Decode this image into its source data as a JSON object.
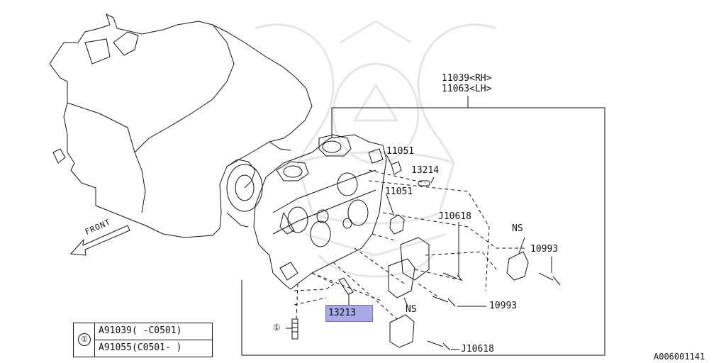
{
  "diagram": {
    "labels": {
      "head_rh": "11039<RH>",
      "head_lh": "11063<LH>",
      "plug_upper": "11051",
      "plug_lower": "11051",
      "pin_13214": "13214",
      "bolt_j10618_upper": "J10618",
      "ns_right": "NS",
      "bolt_10993_right": "10993",
      "bolt_10993_mid": "10993",
      "ns_mid": "NS",
      "bolt_j10618_lower": "J10618",
      "stud_circle": "①",
      "part_13213": "13213",
      "front": "FRONT"
    },
    "legend": {
      "circle": "①",
      "rows": [
        "A91039( -C0501)",
        "A91055(C0501- )"
      ]
    },
    "image_id": "A006001141",
    "colors": {
      "highlight": "#a9a9e8",
      "line": "#111111",
      "watermark": "#e6e6e6"
    }
  }
}
